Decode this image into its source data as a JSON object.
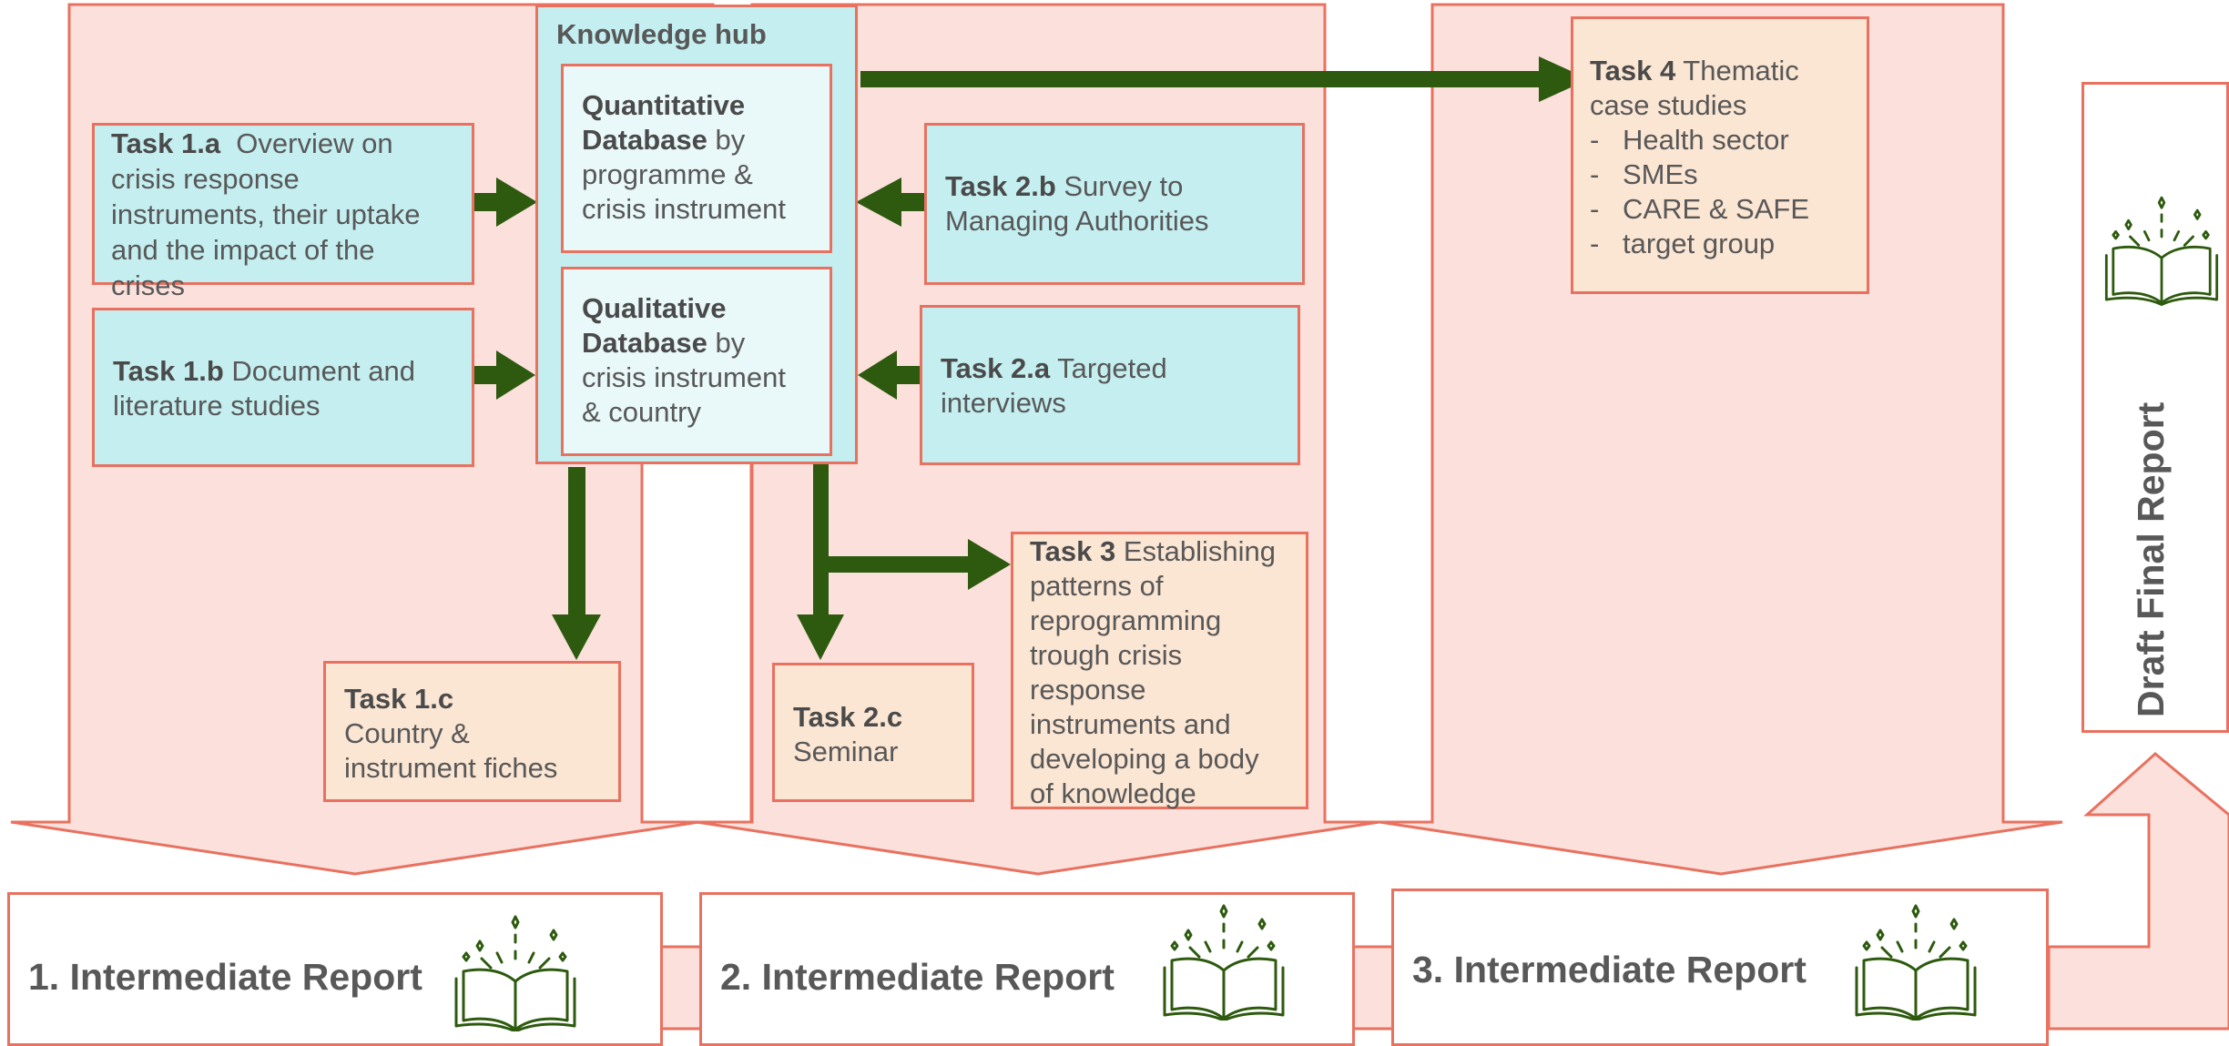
{
  "hub": {
    "title": "Knowledge hub"
  },
  "quant": {
    "bold1": "Quantitative",
    "bold2": "Database",
    "rest1": " by",
    "rest2": "programme &",
    "rest3": "crisis instrument"
  },
  "qual": {
    "bold1": "Qualitative",
    "bold2": "Database",
    "rest1": " by",
    "rest2": "crisis instrument",
    "rest3": "& country"
  },
  "t1a": {
    "label": "Task 1.a",
    "line1": "  Overview on",
    "line2": "crisis response",
    "line3": "instruments, their uptake",
    "line4": "and the impact of the",
    "line5": "crises"
  },
  "t1b": {
    "label": "Task 1.b",
    "line1": " Document and",
    "line2": "literature studies"
  },
  "t1c": {
    "label": "Task 1.c",
    "line2": "Country &",
    "line3": "instrument fiches"
  },
  "t2a": {
    "label": "Task 2.a",
    "line1": " Targeted",
    "line2": "interviews"
  },
  "t2b": {
    "label": "Task 2.b",
    "line1": " Survey to",
    "line2": "Managing Authorities"
  },
  "t2c": {
    "label": "Task 2.c",
    "line2": "Seminar"
  },
  "t3": {
    "label": "Task 3",
    "line1": " Establishing",
    "lines": [
      "patterns of",
      "reprogramming",
      "trough crisis",
      "response",
      "instruments and",
      "developing a body",
      "of knowledge"
    ]
  },
  "t4": {
    "label": "Task 4",
    "line1": " Thematic",
    "line2": "case studies",
    "items": [
      "Health sector",
      "SMEs",
      "CARE & SAFE",
      "target group"
    ]
  },
  "reports": [
    "1. Intermediate Report",
    "2. Intermediate Report",
    "3. Intermediate Report"
  ],
  "final_report": "Draft Final Report",
  "colors": {
    "phase_fill": "#fbe0dc",
    "border": "#e8715f",
    "arrow": "#2d5a0e",
    "blue_box": "#c4eef0",
    "peach_box": "#fbe5d3"
  },
  "icons": [
    "book-icon"
  ]
}
